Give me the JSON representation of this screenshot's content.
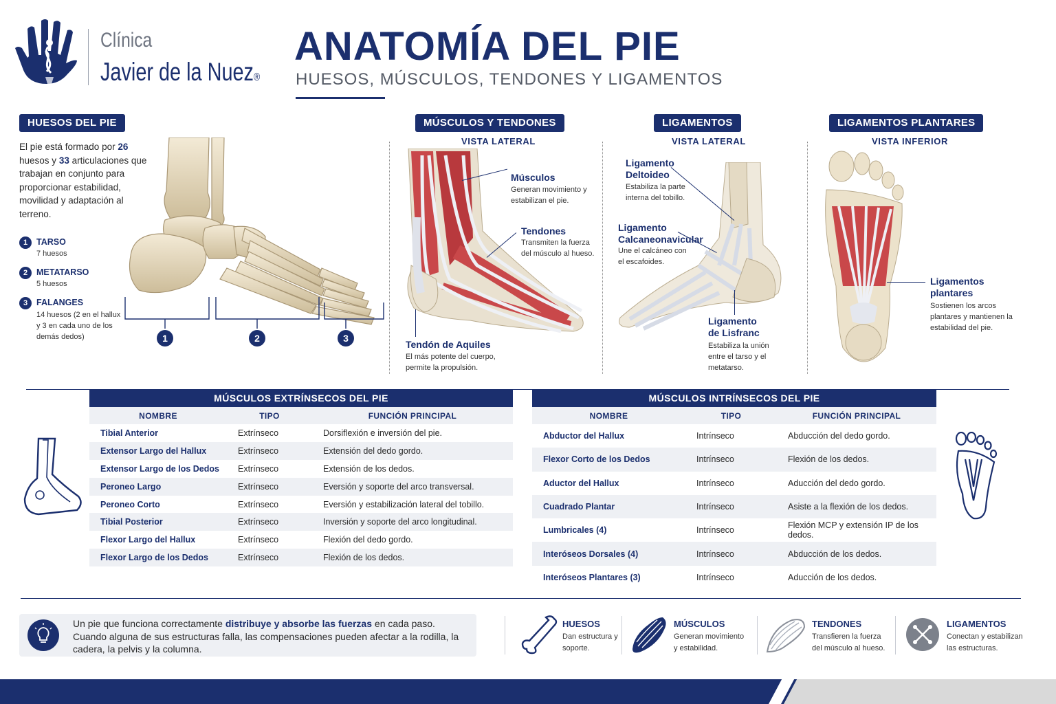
{
  "brand": {
    "line1": "Clínica",
    "line2": "Javier de la Nuez",
    "registered": "®"
  },
  "header": {
    "title": "ANATOMÍA DEL PIE",
    "subtitle": "HUESOS, MÚSCULOS, TENDONES Y LIGAMENTOS"
  },
  "bones": {
    "heading": "HUESOS DEL PIE",
    "intro_pre": "El pie está formado por",
    "count_bones": "26",
    "intro_mid": "huesos y",
    "count_joints": "33",
    "intro_post": "articulaciones que trabajan en conjunto para proporcionar estabilidad, movilidad y adaptación al terreno.",
    "groups": [
      {
        "num": "1",
        "name": "TARSO",
        "detail": "7 huesos"
      },
      {
        "num": "2",
        "name": "METATARSO",
        "detail": "5 huesos"
      },
      {
        "num": "3",
        "name": "FALANGES",
        "detail": "14 huesos (2 en el hallux y 3 en cada uno de los demás dedos)"
      }
    ]
  },
  "muscles_tendons": {
    "heading": "MÚSCULOS Y TENDONES",
    "view": "VISTA LATERAL",
    "callouts": [
      {
        "title": "Músculos",
        "desc": "Generan movimiento y estabilizan el pie."
      },
      {
        "title": "Tendones",
        "desc": "Transmiten la fuerza del músculo al hueso."
      },
      {
        "title": "Tendón de Aquiles",
        "desc": "El más potente del cuerpo, permite la propulsión."
      }
    ]
  },
  "ligaments": {
    "heading": "LIGAMENTOS",
    "view": "VISTA LATERAL",
    "callouts": [
      {
        "title": "Ligamento Deltoideo",
        "desc": "Estabiliza la parte interna del tobillo."
      },
      {
        "title": "Ligamento Calcaneonavicular",
        "desc": "Une el calcáneo con el escafoides."
      },
      {
        "title": "Ligamento de Lisfranc",
        "desc": "Estabiliza la unión entre el tarso y el metatarso."
      }
    ]
  },
  "plantar": {
    "heading": "LIGAMENTOS PLANTARES",
    "view": "VISTA INFERIOR",
    "callout": {
      "title": "Ligamentos plantares",
      "desc": "Sostienen los arcos plantares y mantienen la estabilidad del pie."
    }
  },
  "extrinsic": {
    "heading": "MÚSCULOS EXTRÍNSECOS DEL PIE",
    "columns": [
      "NOMBRE",
      "TIPO",
      "FUNCIÓN PRINCIPAL"
    ],
    "rows": [
      [
        "Tibial Anterior",
        "Extrínseco",
        "Dorsiflexión e inversión del pie."
      ],
      [
        "Extensor Largo del Hallux",
        "Extrínseco",
        "Extensión del dedo gordo."
      ],
      [
        "Extensor Largo de los Dedos",
        "Extrínseco",
        "Extensión de los dedos."
      ],
      [
        "Peroneo Largo",
        "Extrínseco",
        "Eversión y soporte del arco transversal."
      ],
      [
        "Peroneo Corto",
        "Extrínseco",
        "Eversión y estabilización lateral del tobillo."
      ],
      [
        "Tibial Posterior",
        "Extrínseco",
        "Inversión y soporte del arco longitudinal."
      ],
      [
        "Flexor Largo del Hallux",
        "Extrínseco",
        "Flexión del dedo gordo."
      ],
      [
        "Flexor Largo de los Dedos",
        "Extrínseco",
        "Flexión de los dedos."
      ]
    ]
  },
  "intrinsic": {
    "heading": "MÚSCULOS INTRÍNSECOS DEL PIE",
    "columns": [
      "NOMBRE",
      "TIPO",
      "FUNCIÓN PRINCIPAL"
    ],
    "rows": [
      [
        "Abductor del Hallux",
        "Intrínseco",
        "Abducción del dedo gordo."
      ],
      [
        "Flexor Corto de los Dedos",
        "Intrínseco",
        "Flexión de los dedos."
      ],
      [
        "Aductor del Hallux",
        "Intrínseco",
        "Aducción del dedo gordo."
      ],
      [
        "Cuadrado Plantar",
        "Intrínseco",
        "Asiste a la flexión de los dedos."
      ],
      [
        "Lumbricales (4)",
        "Intrínseco",
        "Flexión MCP y extensión IP de los dedos."
      ],
      [
        "Interóseos Dorsales (4)",
        "Intrínseco",
        "Abducción de los dedos."
      ],
      [
        "Interóseos Plantares (3)",
        "Intrínseco",
        "Aducción de los dedos."
      ]
    ]
  },
  "tip": {
    "pre": "Un pie que funciona correctamente",
    "bold": "distribuye y absorbe las fuerzas",
    "post": "en cada paso. Cuando alguna de sus estructuras falla, las compensaciones pueden afectar a la rodilla, la cadera, la pelvis y la columna."
  },
  "legend": [
    {
      "icon": "bone-icon",
      "title": "HUESOS",
      "desc": "Dan estructura y soporte."
    },
    {
      "icon": "muscle-icon",
      "title": "MÚSCULOS",
      "desc": "Generan movimiento y estabilidad."
    },
    {
      "icon": "tendon-icon",
      "title": "TENDONES",
      "desc": "Transfieren la fuerza del músculo al hueso."
    },
    {
      "icon": "ligament-icon",
      "title": "LIGAMENTOS",
      "desc": "Conectan y estabilizan las estructuras."
    }
  ],
  "colors": {
    "navy": "#1b2f6e",
    "bone": "#e8dcc2",
    "muscle": "#c9484a",
    "tendon": "#e4e7ee",
    "footer_grey": "#d9d9d9"
  }
}
